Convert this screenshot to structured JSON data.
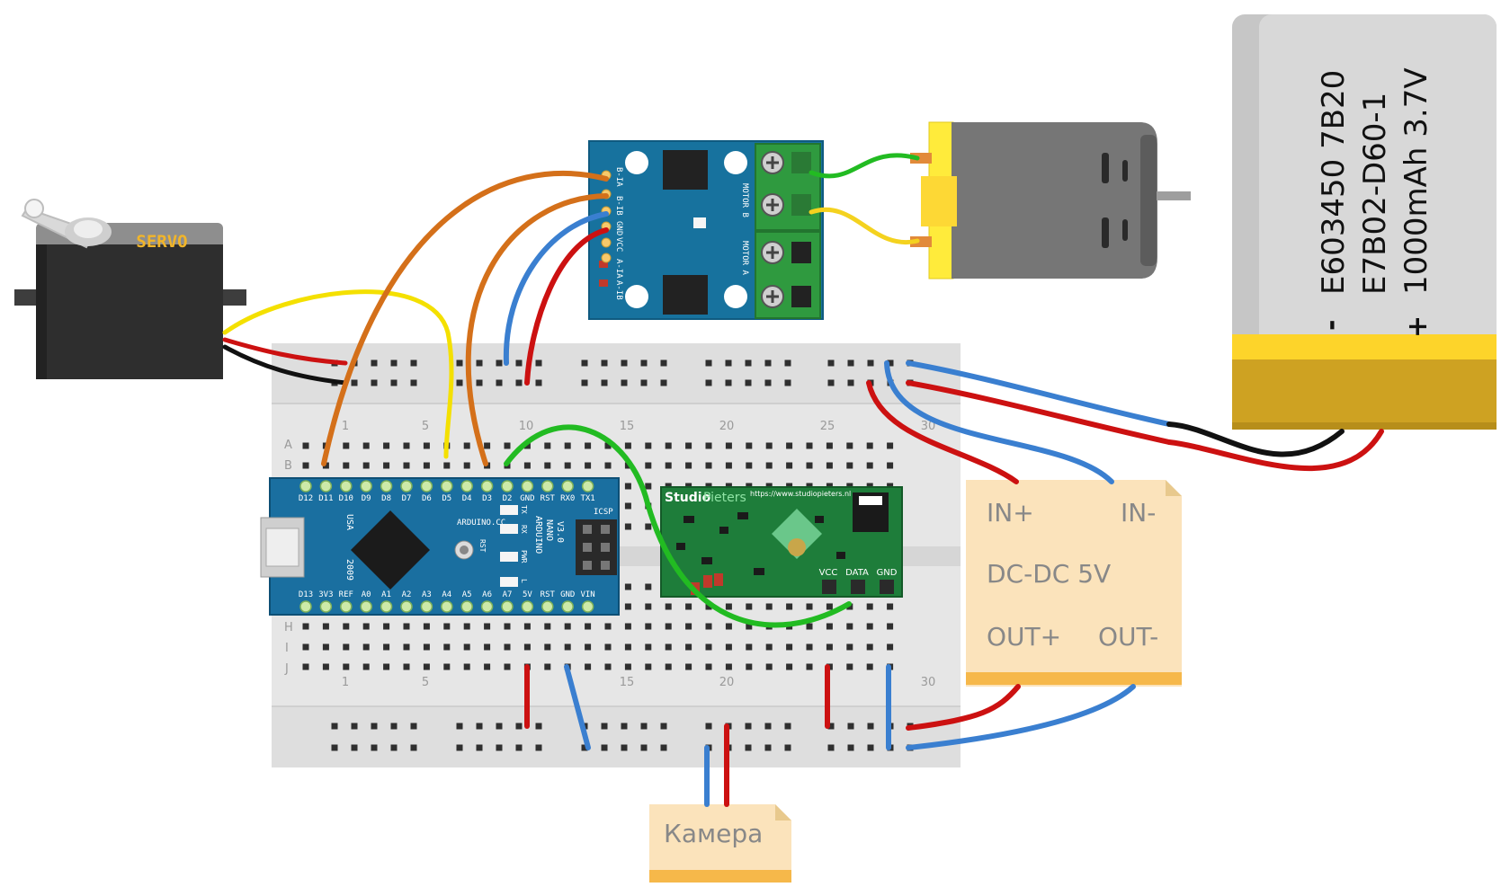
{
  "servo": {
    "label": "SERVO"
  },
  "motor_driver": {
    "pins": [
      "B-IA",
      "B-IB",
      "GND",
      "VCC",
      "A-IA",
      "A-IB"
    ],
    "motor_b_label": "MOTOR B",
    "motor_a_label": "MOTOR A"
  },
  "battery": {
    "line1": "E603450 7B20",
    "line2": "E7B02-D60-1",
    "line3": "1000mAh 3.7V",
    "minus": "-",
    "plus": "+"
  },
  "breadboard": {
    "rows_top": [
      "A",
      "B"
    ],
    "rows_bottom": [
      "H",
      "I",
      "J"
    ],
    "col_numbers": [
      "1",
      "5",
      "10",
      "15",
      "20",
      "25",
      "30"
    ]
  },
  "arduino": {
    "top_pins": [
      "D12",
      "D11",
      "D10",
      "D9",
      "D8",
      "D7",
      "D6",
      "D5",
      "D4",
      "D3",
      "D2",
      "GND",
      "RST",
      "RX0",
      "TX1"
    ],
    "bottom_pins": [
      "D13",
      "3V3",
      "REF",
      "A0",
      "A1",
      "A2",
      "A3",
      "A4",
      "A5",
      "A6",
      "A7",
      "5V",
      "RST",
      "GND",
      "VIN"
    ],
    "brand": "ARDUINO.CC",
    "model_line1": "ARDUINO",
    "model_line2": "NANO",
    "model_line3": "V3.0",
    "led_labels": [
      "TX",
      "RX",
      "PWR",
      "L"
    ],
    "rst_label": "RST",
    "icsp_label": "ICSP",
    "usa_label": "USA",
    "year_label": "2009"
  },
  "sensor_board": {
    "brand_bold": "Studio",
    "brand_light": "Pieters",
    "url": "https://www.studiopieters.nl",
    "pins": [
      "VCC",
      "DATA",
      "GND"
    ]
  },
  "dcdc": {
    "in_plus": "IN+",
    "in_minus": "IN-",
    "title": "DC-DC 5V",
    "out_plus": "OUT+",
    "out_minus": "OUT-"
  },
  "camera": {
    "label": "Камера"
  },
  "colors": {
    "wire_red": "#cc1111",
    "wire_blue": "#3a7fd0",
    "wire_orange": "#d4701a",
    "wire_yellow": "#f4e000",
    "wire_green": "#22bb22",
    "wire_black": "#111111",
    "board_blue": "#1a6fa0",
    "note_fill": "#fbe3bb",
    "breadboard": "#e6e6e6"
  }
}
